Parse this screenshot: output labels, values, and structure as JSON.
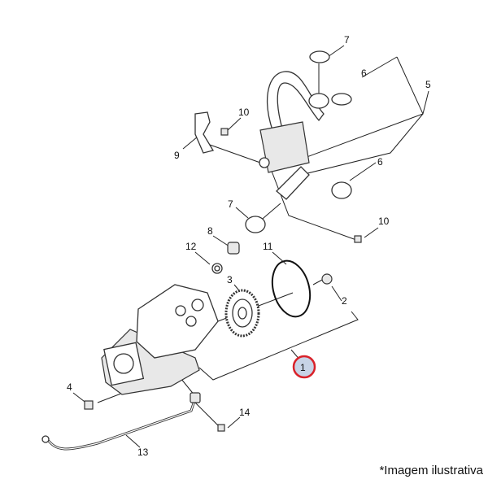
{
  "callouts": {
    "c1": "1",
    "c2": "2",
    "c3": "3",
    "c4": "4",
    "c5": "5",
    "c6a": "6",
    "c6b": "6",
    "c7a": "7",
    "c7b": "7",
    "c8": "8",
    "c9": "9",
    "c10a": "10",
    "c10b": "10",
    "c11": "11",
    "c12": "12",
    "c13": "13",
    "c14": "14"
  },
  "highlight": {
    "ring_color": "#d9222a",
    "fill_color": "#c7d3e6"
  },
  "caption": "*Imagem ilustrativa"
}
